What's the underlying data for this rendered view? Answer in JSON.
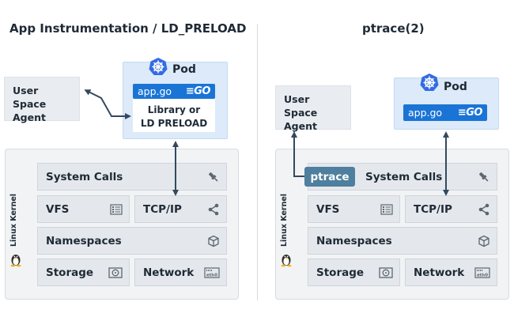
{
  "left": {
    "title": "App Instrumentation / LD_PRELOAD",
    "agent": {
      "line1": "User Space",
      "line2": "Agent"
    },
    "pod": {
      "label": "Pod",
      "app": "app.go",
      "go": "GO",
      "lib_line1": "Library or",
      "lib_line2": "LD PRELOAD"
    }
  },
  "right": {
    "title": "ptrace(2)",
    "agent": {
      "line1": "User Space",
      "line2": "Agent"
    },
    "pod": {
      "label": "Pod",
      "app": "app.go",
      "go": "GO"
    },
    "ptrace": "ptrace"
  },
  "kernel": {
    "label": "Linux Kernel",
    "system_calls": "System Calls",
    "vfs": "VFS",
    "tcpip": "TCP/IP",
    "namespaces": "Namespaces",
    "storage": "Storage",
    "network": "Network",
    "eth0": "eth0"
  },
  "colors": {
    "go_blue": "#1a74d6",
    "k8s_blue": "#326ce5",
    "ptrace": "#4f7f9e",
    "arrow": "#34495e"
  },
  "icons": [
    "kubernetes-icon",
    "plug-icon",
    "list-icon",
    "share-icon",
    "cube-icon",
    "disk-icon",
    "ethernet-icon",
    "linux-tux-icon"
  ]
}
